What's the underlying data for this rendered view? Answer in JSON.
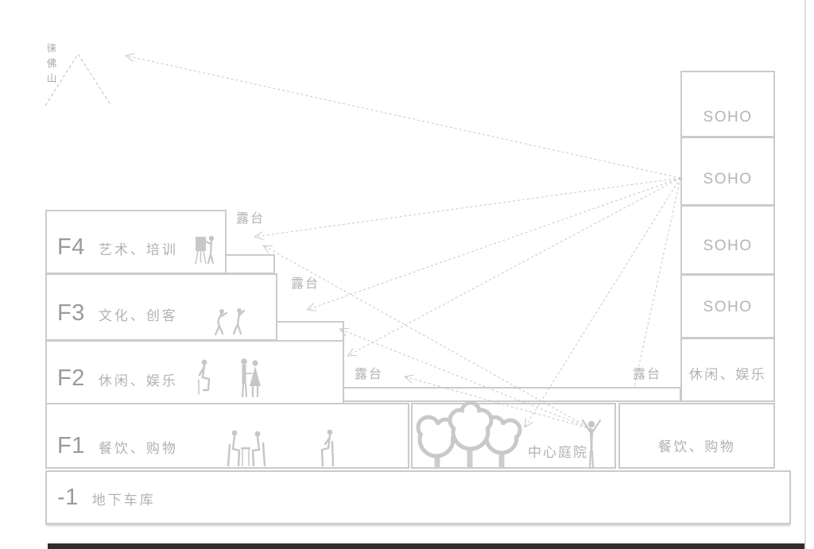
{
  "mountain": {
    "name": "徕佛山",
    "chars": [
      "徕",
      "佛",
      "山"
    ]
  },
  "terrace_label": "露台",
  "left_building": {
    "floors": [
      {
        "level": "F4",
        "use": "艺术、培训"
      },
      {
        "level": "F3",
        "use": "文化、创客"
      },
      {
        "level": "F2",
        "use": "休闲、娱乐"
      },
      {
        "level": "F1",
        "use": "餐饮、购物"
      },
      {
        "level": "-1",
        "use": "地下车库"
      }
    ]
  },
  "tower": {
    "floors": [
      "SOHO",
      "SOHO",
      "SOHO",
      "SOHO",
      "休闲、娱乐"
    ]
  },
  "courtyard": {
    "label": "中心庭院"
  },
  "right_wing": {
    "label": "餐饮、购物"
  },
  "icons": {
    "mountain": "mountain-icon",
    "painter": "person-painting-icon",
    "dancers": "people-dancing-icon",
    "sitter": "person-sitting-icon",
    "couple": "couple-holding-hands-icon",
    "diners": "people-dining-icon",
    "seated": "person-seated-icon",
    "cheering": "person-cheering-icon",
    "trees": "trees-icon"
  },
  "colors": {
    "outline": "#cbcbcb",
    "dash": "#c7c7c7",
    "level_text": "#9a9a9a",
    "text": "#b2b2b2",
    "silhouette": "#c6c6c6",
    "bottom_bar": "#2e2e2e"
  }
}
